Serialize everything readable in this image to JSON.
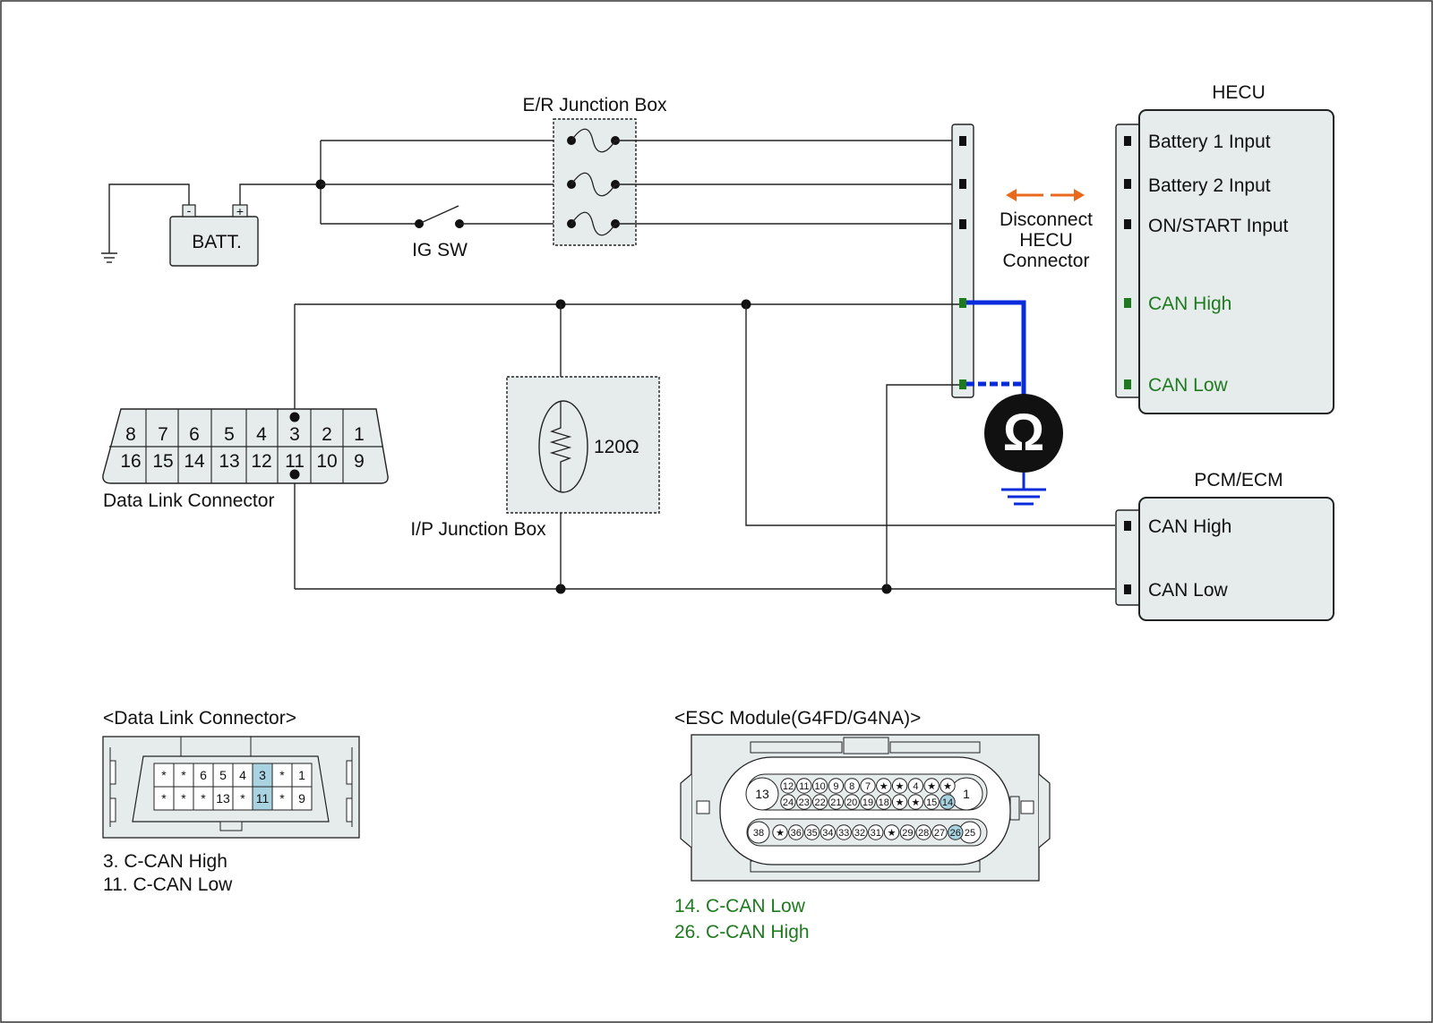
{
  "battery": {
    "label": "BATT.",
    "minus": "-",
    "plus": "+"
  },
  "ig_switch": {
    "label": "IG SW"
  },
  "er_junction_box": {
    "label": "E/R Junction Box"
  },
  "ip_junction_box": {
    "label": "I/P Junction Box",
    "resistor": "120Ω"
  },
  "hecu": {
    "title": "HECU",
    "pins": [
      "Battery 1 Input",
      "Battery 2 Input",
      "ON/START Input",
      "CAN High",
      "CAN Low"
    ]
  },
  "disconnect_note": {
    "line1": "Disconnect",
    "line2": "HECU",
    "line3": "Connector"
  },
  "ohmmeter": {
    "symbol": "Ω"
  },
  "pcm_ecm": {
    "title": "PCM/ECM",
    "pins": [
      "CAN High",
      "CAN Low"
    ]
  },
  "dlc_main": {
    "label": "Data Link Connector",
    "top_pins": [
      "8",
      "7",
      "6",
      "5",
      "4",
      "3",
      "2",
      "1"
    ],
    "bottom_pins": [
      "16",
      "15",
      "14",
      "13",
      "12",
      "11",
      "10",
      "9"
    ]
  },
  "dlc_detail": {
    "title": "<Data Link Connector>",
    "top_pins": [
      "*",
      "*",
      "6",
      "5",
      "4",
      "3",
      "*",
      "1"
    ],
    "bottom_pins": [
      "*",
      "*",
      "*",
      "13",
      "*",
      "11",
      "*",
      "9"
    ],
    "legend": [
      "3. C-CAN High",
      "11. C-CAN Low"
    ]
  },
  "esc_module": {
    "title": "<ESC Module(G4FD/G4NA)>",
    "big_pins": {
      "left_top": "13",
      "right_top": "1",
      "left_bottom": "38",
      "right_bottom": "25"
    },
    "row1": [
      "12",
      "11",
      "10",
      "9",
      "8",
      "7",
      "★",
      "★",
      "4",
      "★",
      "★"
    ],
    "row2": [
      "24",
      "23",
      "22",
      "21",
      "20",
      "19",
      "18",
      "★",
      "★",
      "15",
      "14"
    ],
    "row3": [
      "★",
      "36",
      "35",
      "34",
      "33",
      "32",
      "31",
      "★",
      "29",
      "28",
      "27",
      "26"
    ],
    "legend": [
      "14. C-CAN Low",
      "26. C-CAN High"
    ]
  },
  "colors": {
    "can_wire": "#0a2bdc",
    "arrow": "#e8691c",
    "can_label": "#1e7a1e",
    "highlight": "#a9d3e0",
    "panel": "#e6ecec"
  }
}
